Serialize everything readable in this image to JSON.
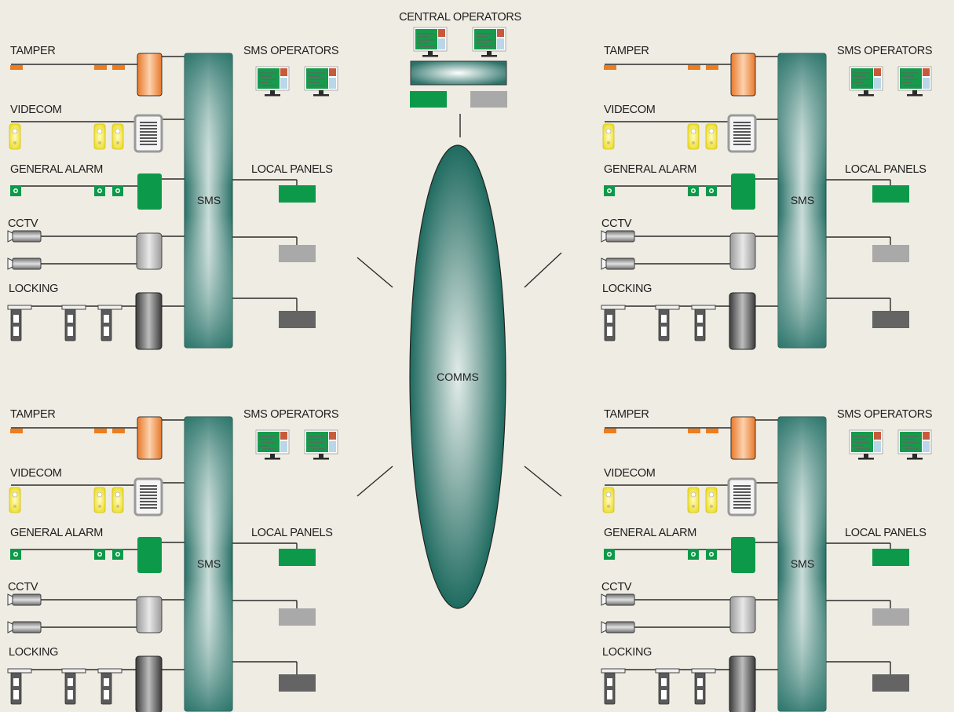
{
  "central": {
    "title": "CENTRAL OPERATORS",
    "comms_label": "COMMS"
  },
  "sites": [
    {
      "tamper_label": "TAMPER",
      "videcom_label": "VIDECOM",
      "general_alarm_label": "GENERAL ALARM",
      "cctv_label": "CCTV",
      "locking_label": "LOCKING",
      "sms_label": "SMS",
      "sms_operators_label": "SMS OPERATORS",
      "local_panels_label": "LOCAL PANELS"
    },
    {
      "tamper_label": "TAMPER",
      "videcom_label": "VIDECOM",
      "general_alarm_label": "GENERAL ALARM",
      "cctv_label": "CCTV",
      "locking_label": "LOCKING",
      "sms_label": "SMS",
      "sms_operators_label": "SMS OPERATORS",
      "local_panels_label": "LOCAL PANELS"
    },
    {
      "tamper_label": "TAMPER",
      "videcom_label": "VIDECOM",
      "general_alarm_label": "GENERAL ALARM",
      "cctv_label": "CCTV",
      "locking_label": "LOCKING",
      "sms_label": "SMS",
      "sms_operators_label": "SMS OPERATORS",
      "local_panels_label": "LOCAL PANELS"
    },
    {
      "tamper_label": "TAMPER",
      "videcom_label": "VIDECOM",
      "general_alarm_label": "GENERAL ALARM",
      "cctv_label": "CCTV",
      "locking_label": "LOCKING",
      "sms_label": "SMS",
      "sms_operators_label": "SMS OPERATORS",
      "local_panels_label": "LOCAL PANELS"
    }
  ],
  "colors": {
    "background": "#efece3",
    "sms_bar": "#2e7a70",
    "tamper": "#ee7d1e",
    "videcom": "#f2e52e",
    "general_alarm": "#0c9a4a",
    "cctv": "#8e8e8e",
    "locking": "#4d4d4d",
    "panel_grey": "#a9a9a9",
    "panel_dark": "#646464"
  }
}
